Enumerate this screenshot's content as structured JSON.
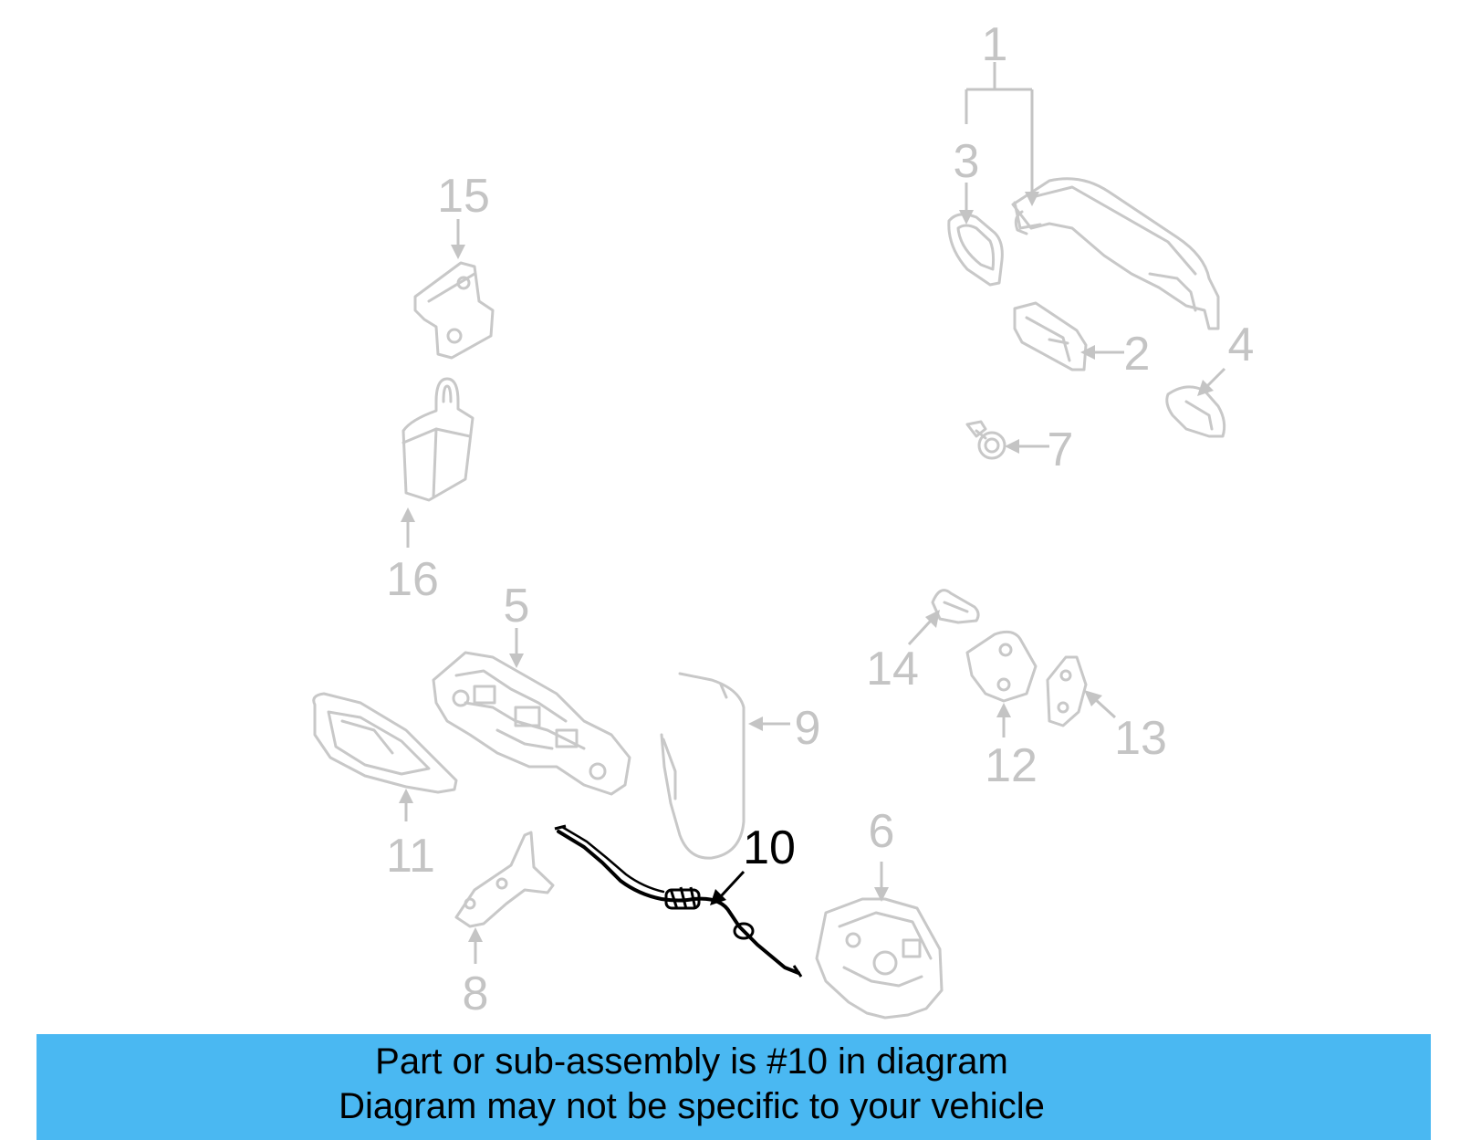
{
  "diagram": {
    "highlighted_part": "10",
    "colors": {
      "inactive": "#c4c4c4",
      "active": "#000000",
      "banner": "#4ab8f2"
    },
    "callouts": {
      "p1": "1",
      "p2": "2",
      "p3": "3",
      "p4": "4",
      "p5": "5",
      "p6": "6",
      "p7": "7",
      "p8": "8",
      "p9": "9",
      "p10": "10",
      "p11": "11",
      "p12": "12",
      "p13": "13",
      "p14": "14",
      "p15": "15",
      "p16": "16"
    }
  },
  "banner": {
    "line1": "Part or sub-assembly is #10 in diagram",
    "line2": "Diagram may not be specific to your vehicle"
  }
}
